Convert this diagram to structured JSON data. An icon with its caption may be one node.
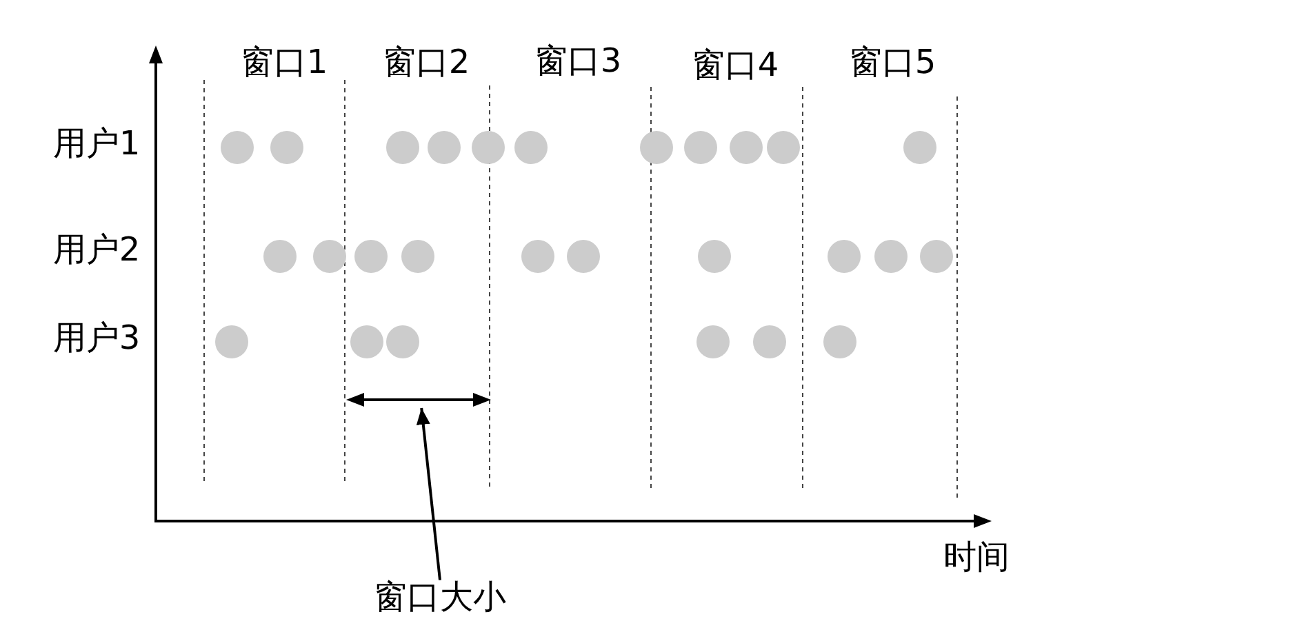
{
  "diagram": {
    "nodes": [
      {
        "text": [],
        "shape": "arrow"
      },
      {
        "text": [
          "窗口大小"
        ]
      }
    ],
    "edges": [
      {
        "from": 1,
        "to": 0,
        "arrow": "to"
      }
    ],
    "labels": [
      "窗口1",
      "窗口2",
      "窗口3",
      "窗口4",
      "窗口5",
      "用户1",
      "用户2",
      "用户3",
      "时间"
    ]
  }
}
